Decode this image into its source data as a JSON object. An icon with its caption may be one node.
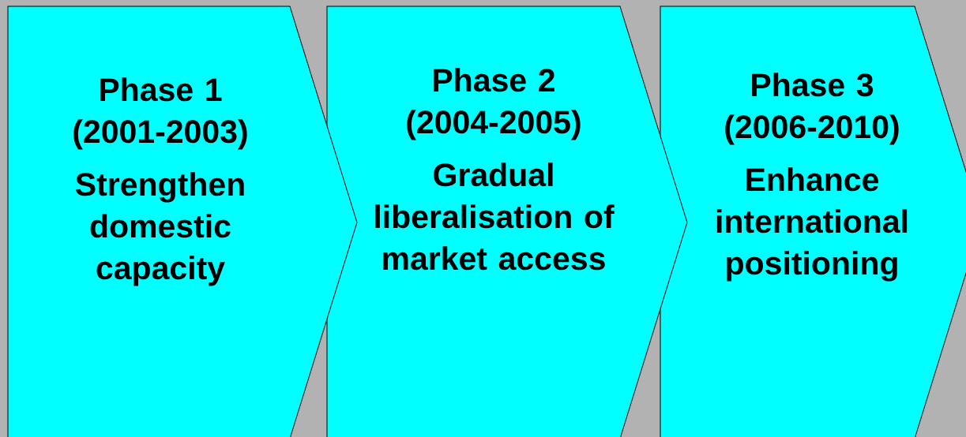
{
  "diagram": {
    "nodes": [
      {
        "text": [
          "Phase 1 (2001-2003)",
          "Strengthen domestic capacity"
        ]
      },
      {
        "text": [
          "Phase 2 (2004-2005)",
          "Gradual liberalisation of market access"
        ]
      },
      {
        "text": [
          "Phase 3 (2006-2010)",
          "Enhance international positioning"
        ]
      }
    ]
  }
}
